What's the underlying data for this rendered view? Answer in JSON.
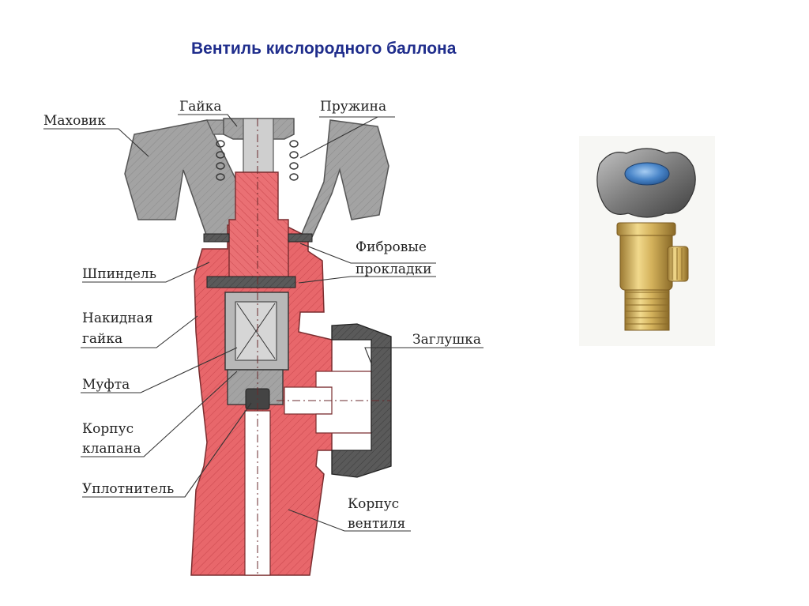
{
  "title": "Вентиль кислородного баллона",
  "labels": {
    "makhovik": "Маховик",
    "gaika": "Гайка",
    "pruzhina": "Пружина",
    "fibrovye_1": "Фибровые",
    "fibrovye_2": "прокладки",
    "shpindel": "Шпиндель",
    "nakidnaya_1": "Накидная",
    "nakidnaya_2": "гайка",
    "mufta": "Муфта",
    "zaglushka": "Заглушка",
    "korpus_klapana_1": "Корпус",
    "korpus_klapana_2": "клапана",
    "uplotnitel": "Уплотнитель",
    "korpus_ventilya_1": "Корпус",
    "korpus_ventilya_2": "вентиля"
  },
  "colors": {
    "title": "#1f2d8c",
    "body_red": "#e8676b",
    "gray_part": "#9a9a9a",
    "dark_part": "#555555",
    "leader": "#333333"
  }
}
